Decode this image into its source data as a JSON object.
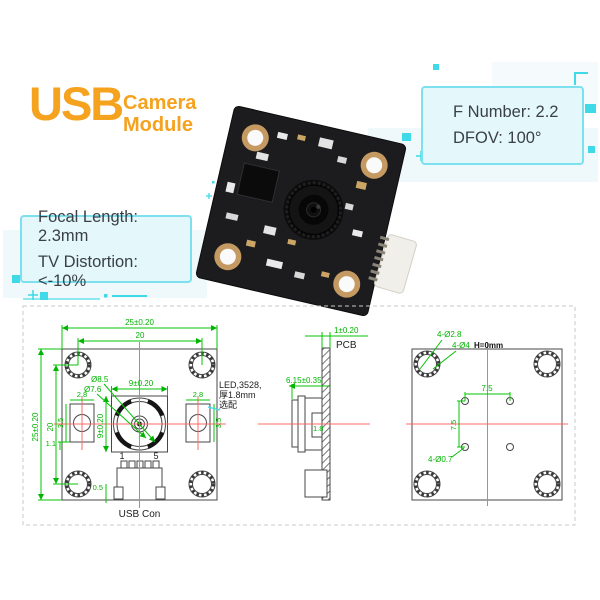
{
  "header": {
    "brand": "USB",
    "subtitle_line1": "Camera",
    "subtitle_line2": "Module"
  },
  "spec_boxes": {
    "right": {
      "line1": "F Number: 2.2",
      "line2": "DFOV: 100°"
    },
    "left": {
      "line1": "Focal Length: 2.3mm",
      "line2": "TV Distortion: <-10%"
    }
  },
  "drawing": {
    "front": {
      "dim_width_outer": "25±0.20",
      "dim_width_inner": "20",
      "dim_height_outer": "25±0.20",
      "dim_height_inner": "20",
      "lens_dia_outer": "Ø8.5",
      "lens_dia_inner": "Ø7.6",
      "lens_width": "9±0.20",
      "lens_height": "9±0.20",
      "led_width_left": "2.8",
      "led_width_right": "2.8",
      "led_height_left": "3.5",
      "led_height_right": "3.5",
      "led_offset": "1.1",
      "connector_offset": "0.5",
      "pin_first": "1",
      "pin_last": "5",
      "connector_label": "USB Con",
      "led_note_line1": "LED,3528,",
      "led_note_line2": "厚1.8mm",
      "led_note_line3": "选配"
    },
    "side": {
      "pcb_thickness": "1±0.20",
      "pcb_label": "PCB",
      "lens_height": "6.15±0.35",
      "sensor_dim": "1.8"
    },
    "back": {
      "mount_holes": "4-Ø2.8",
      "mount_holes_cb": "4-Ø4",
      "height_ref": "H=0mm",
      "hole_pitch_h": "7.5",
      "hole_pitch_v": "7.5",
      "small_holes": "4-Ø0.7"
    }
  },
  "colors": {
    "brand_orange": "#f5a21f",
    "accent_cyan": "#7ce0ee",
    "drawing_green": "#00c400",
    "centerline_red": "#ff6a6a"
  }
}
